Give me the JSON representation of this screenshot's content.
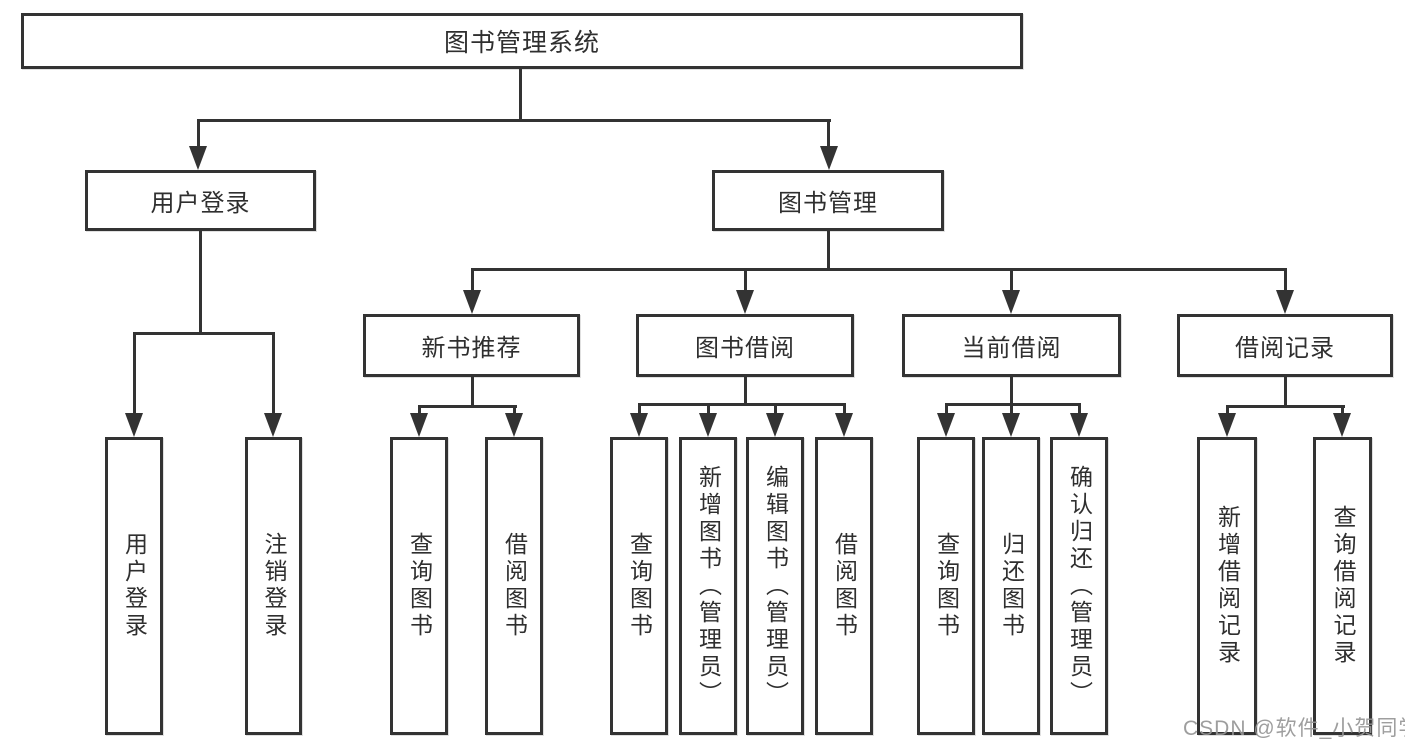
{
  "tree": {
    "label": "图书管理系统",
    "children": [
      {
        "label": "用户登录",
        "children": [
          {
            "label": "用户登录"
          },
          {
            "label": "注销登录"
          }
        ]
      },
      {
        "label": "图书管理",
        "children": [
          {
            "label": "新书推荐",
            "children": [
              {
                "label": "查询图书"
              },
              {
                "label": "借阅图书"
              }
            ]
          },
          {
            "label": "图书借阅",
            "children": [
              {
                "label": "查询图书"
              },
              {
                "label": "新增图书（管理员）"
              },
              {
                "label": "编辑图书（管理员）"
              },
              {
                "label": "借阅图书"
              }
            ]
          },
          {
            "label": "当前借阅",
            "children": [
              {
                "label": "查询图书"
              },
              {
                "label": "归还图书"
              },
              {
                "label": "确认归还（管理员）"
              }
            ]
          },
          {
            "label": "借阅记录",
            "children": [
              {
                "label": "新增借阅记录"
              },
              {
                "label": "查询借阅记录"
              }
            ]
          }
        ]
      }
    ]
  },
  "watermark": {
    "text": "CSDN @软件_小贺同学"
  },
  "colors": {
    "line": "#333333",
    "text": "#2f2f2f",
    "watermark": "#969696",
    "background": "#ffffff"
  }
}
